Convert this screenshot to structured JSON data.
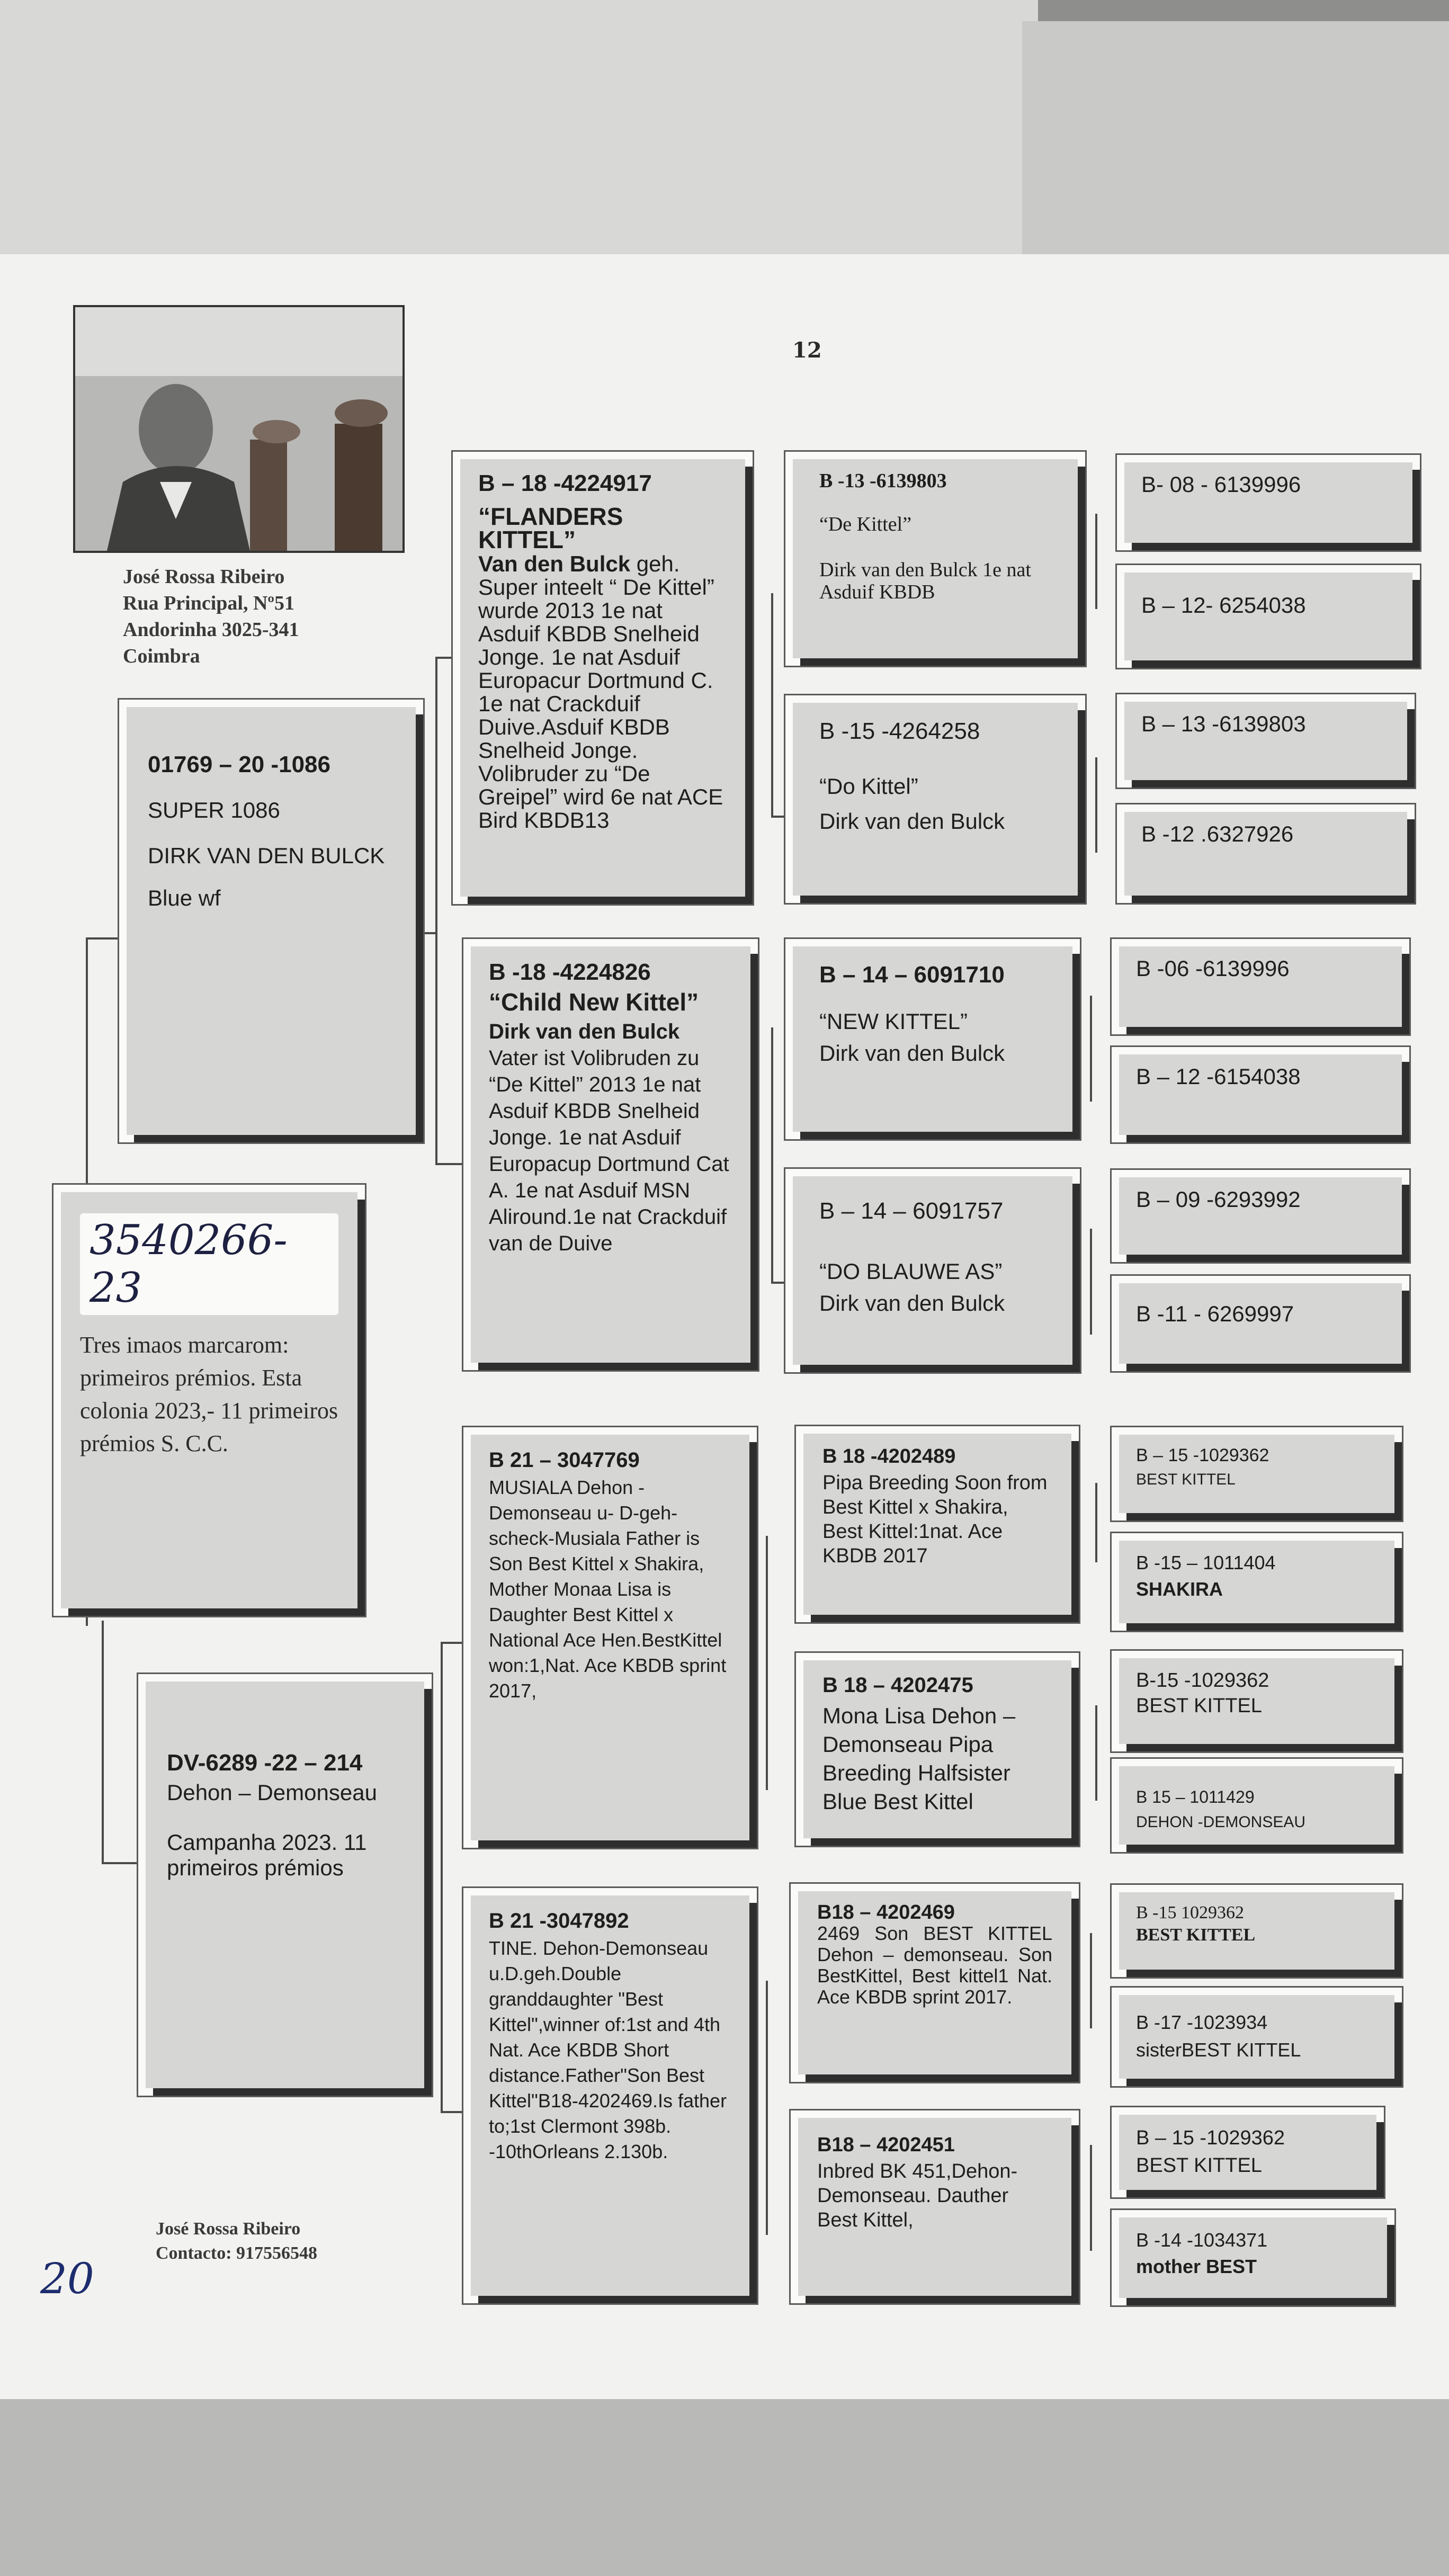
{
  "owner": {
    "name": "José Rossa Ribeiro",
    "address_lines": [
      "Rua Principal, Nº51",
      "Andorinha 3025-341",
      "Coimbra"
    ],
    "contact_label": "Contacto: 917556548"
  },
  "mark_top": "12",
  "handwritten_page": "20",
  "subject": {
    "ring": "3540266-23",
    "note": "Tres imaos marcarom: primeiros prémios. Esta colonia 2023,- 11 primeiros prémios S. C.C."
  },
  "sire": {
    "id": "01769 – 20 -1086",
    "name": "SUPER  1086",
    "breeder": "DIRK VAN DEN BULCK",
    "color": "Blue wf"
  },
  "dam": {
    "id": "DV-6289 -22 – 214",
    "breeder": "Dehon – Demonseau",
    "note": "Campanha 2023. 11 primeiros prémios"
  },
  "grandparents": [
    {
      "id": "B – 18 -4224917",
      "name": "“FLANDERS KITTEL”",
      "breeder": "Van den Bulck",
      "desc": "geh. Super inteelt “ De Kittel” wurde 2013 1e nat Asduif KBDB Snelheid Jonge. 1e nat Asduif Europacur Dortmund C. 1e nat Crackduif Duive.Asduif KBDB Snelheid Jonge. Volibruder zu “De Greipel” wird 6e nat ACE Bird KBDB13"
    },
    {
      "id": "B -18 -4224826",
      "name": "“Child New Kittel”",
      "breeder": "Dirk van den Bulck",
      "desc": "Vater ist Volibruden zu “De Kittel” 2013 1e nat Asduif KBDB Snelheid Jonge. 1e nat Asduif Europacup Dortmund Cat A. 1e nat Asduif MSN Aliround.1e nat Crackduif van de Duive"
    },
    {
      "id": "B 21 – 3047769",
      "desc": "MUSIALA Dehon - Demonseau u- D-geh-scheck-Musiala Father is Son Best Kittel x Shakira, Mother Monaa Lisa is Daughter Best Kittel x National Ace Hen.BestKittel won:1,Nat. Ace KBDB sprint 2017,"
    },
    {
      "id": "B 21 -3047892",
      "desc": "TINE. Dehon-Demonseau u.D.geh.Double granddaughter \"Best Kittel\",winner of:1st and 4th Nat. Ace KBDB Short distance.Father\"Son Best Kittel\"B18-4202469.Is father to;1st Clermont 398b. -10thOrleans 2.130b."
    }
  ],
  "great_grandparents": [
    {
      "id": "B -13 -6139803",
      "name": "“De Kittel”",
      "desc": "Dirk van den Bulck 1e nat Asduif KBDB"
    },
    {
      "id": "B -15 -4264258",
      "name": "“Do Kittel”",
      "desc": "Dirk van den Bulck"
    },
    {
      "id": "B – 14 – 6091710",
      "name": "“NEW KITTEL”",
      "desc": "Dirk van den Bulck"
    },
    {
      "id": "B – 14 – 6091757",
      "name": "“DO BLAUWE AS”",
      "desc": "Dirk van den Bulck"
    },
    {
      "id": "B 18 -4202489",
      "desc": "Pipa Breeding Soon from Best Kittel x Shakira, Best Kittel:1nat. Ace KBDB 2017"
    },
    {
      "id": "B 18 – 4202475",
      "desc": "Mona Lisa Dehon – Demonseau Pipa Breeding Halfsister Blue Best Kittel"
    },
    {
      "id": "B18 – 4202469",
      "desc": "2469 Son BEST KITTEL Dehon – demonseau. Son BestKittel, Best kittel1 Nat. Ace KBDB sprint 2017."
    },
    {
      "id": "B18 – 4202451",
      "desc": "Inbred BK 451,Dehon-Demonseau. Dauther Best Kittel,"
    }
  ],
  "gg_grandparents": [
    {
      "id": "B- 08 - 6139996"
    },
    {
      "id": "B – 12- 6254038"
    },
    {
      "id": "B – 13 -6139803"
    },
    {
      "id": "B -12 .6327926"
    },
    {
      "id": "B -06 -6139996"
    },
    {
      "id": "B – 12 -6154038"
    },
    {
      "id": "B – 09 -6293992"
    },
    {
      "id": "B -11 - 6269997"
    },
    {
      "id": "B – 15 -1029362",
      "name": "BEST KITTEL"
    },
    {
      "id": "B -15 – 1011404",
      "name": "SHAKIRA"
    },
    {
      "id": "B-15 -1029362",
      "name": "BEST KITTEL"
    },
    {
      "id": "B 15 – 1011429",
      "name": "DEHON -DEMONSEAU"
    },
    {
      "id": "B -15 1029362",
      "name": "BEST KITTEL"
    },
    {
      "id": "B -17 -1023934",
      "name": "sisterBEST KITTEL"
    },
    {
      "id": "B – 15 -1029362",
      "name": "BEST KITTEL"
    },
    {
      "id": "B -14 -1034371",
      "name": "mother BEST"
    }
  ]
}
